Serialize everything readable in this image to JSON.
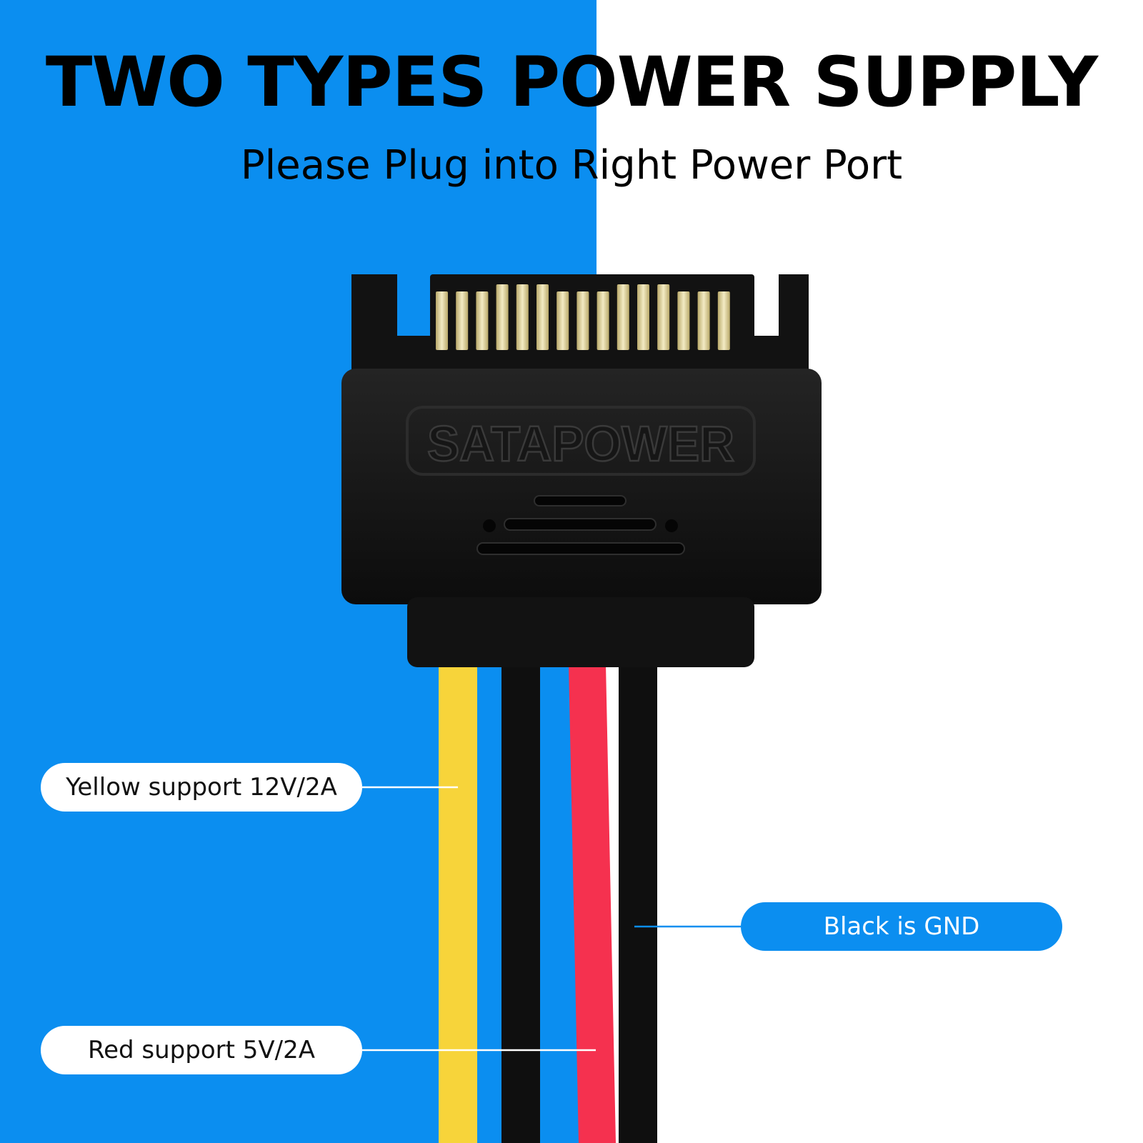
{
  "headline": "TWO TYPES POWER SUPPLY",
  "subheadline": "Please Plug into Right Power Port",
  "connector_label": "SATAPOWER",
  "callouts": {
    "yellow": "Yellow support 12V/2A",
    "red": "Red support 5V/2A",
    "black": "Black is GND"
  },
  "colors": {
    "blue_background": "#0b8ef0",
    "white_background": "#ffffff",
    "connector_black": "#121212",
    "wire_yellow": "#f7d43a",
    "wire_red": "#f5314f",
    "wire_black": "#0f0f0f",
    "pin_gold": "#e7dca8",
    "callout_white": "#ffffff",
    "callout_blue": "#0b8ef0"
  }
}
